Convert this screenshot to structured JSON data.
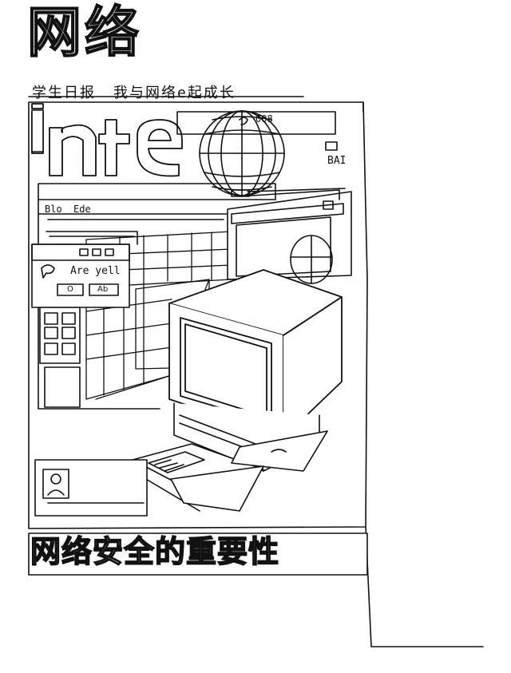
{
  "title": "网络",
  "subtitle": {
    "left": "学生日报",
    "right": "我与网络e起成长"
  },
  "banner_letters": "inte",
  "labels": {
    "top_tab": "008",
    "side_tag": "BAI",
    "window_menu_1": "Blo",
    "window_menu_2": "Ede",
    "dialog_text": "Are yell",
    "dialog_button_1": "O",
    "dialog_button_2": "Ab"
  },
  "bottom_title": "网络安全的重要性"
}
